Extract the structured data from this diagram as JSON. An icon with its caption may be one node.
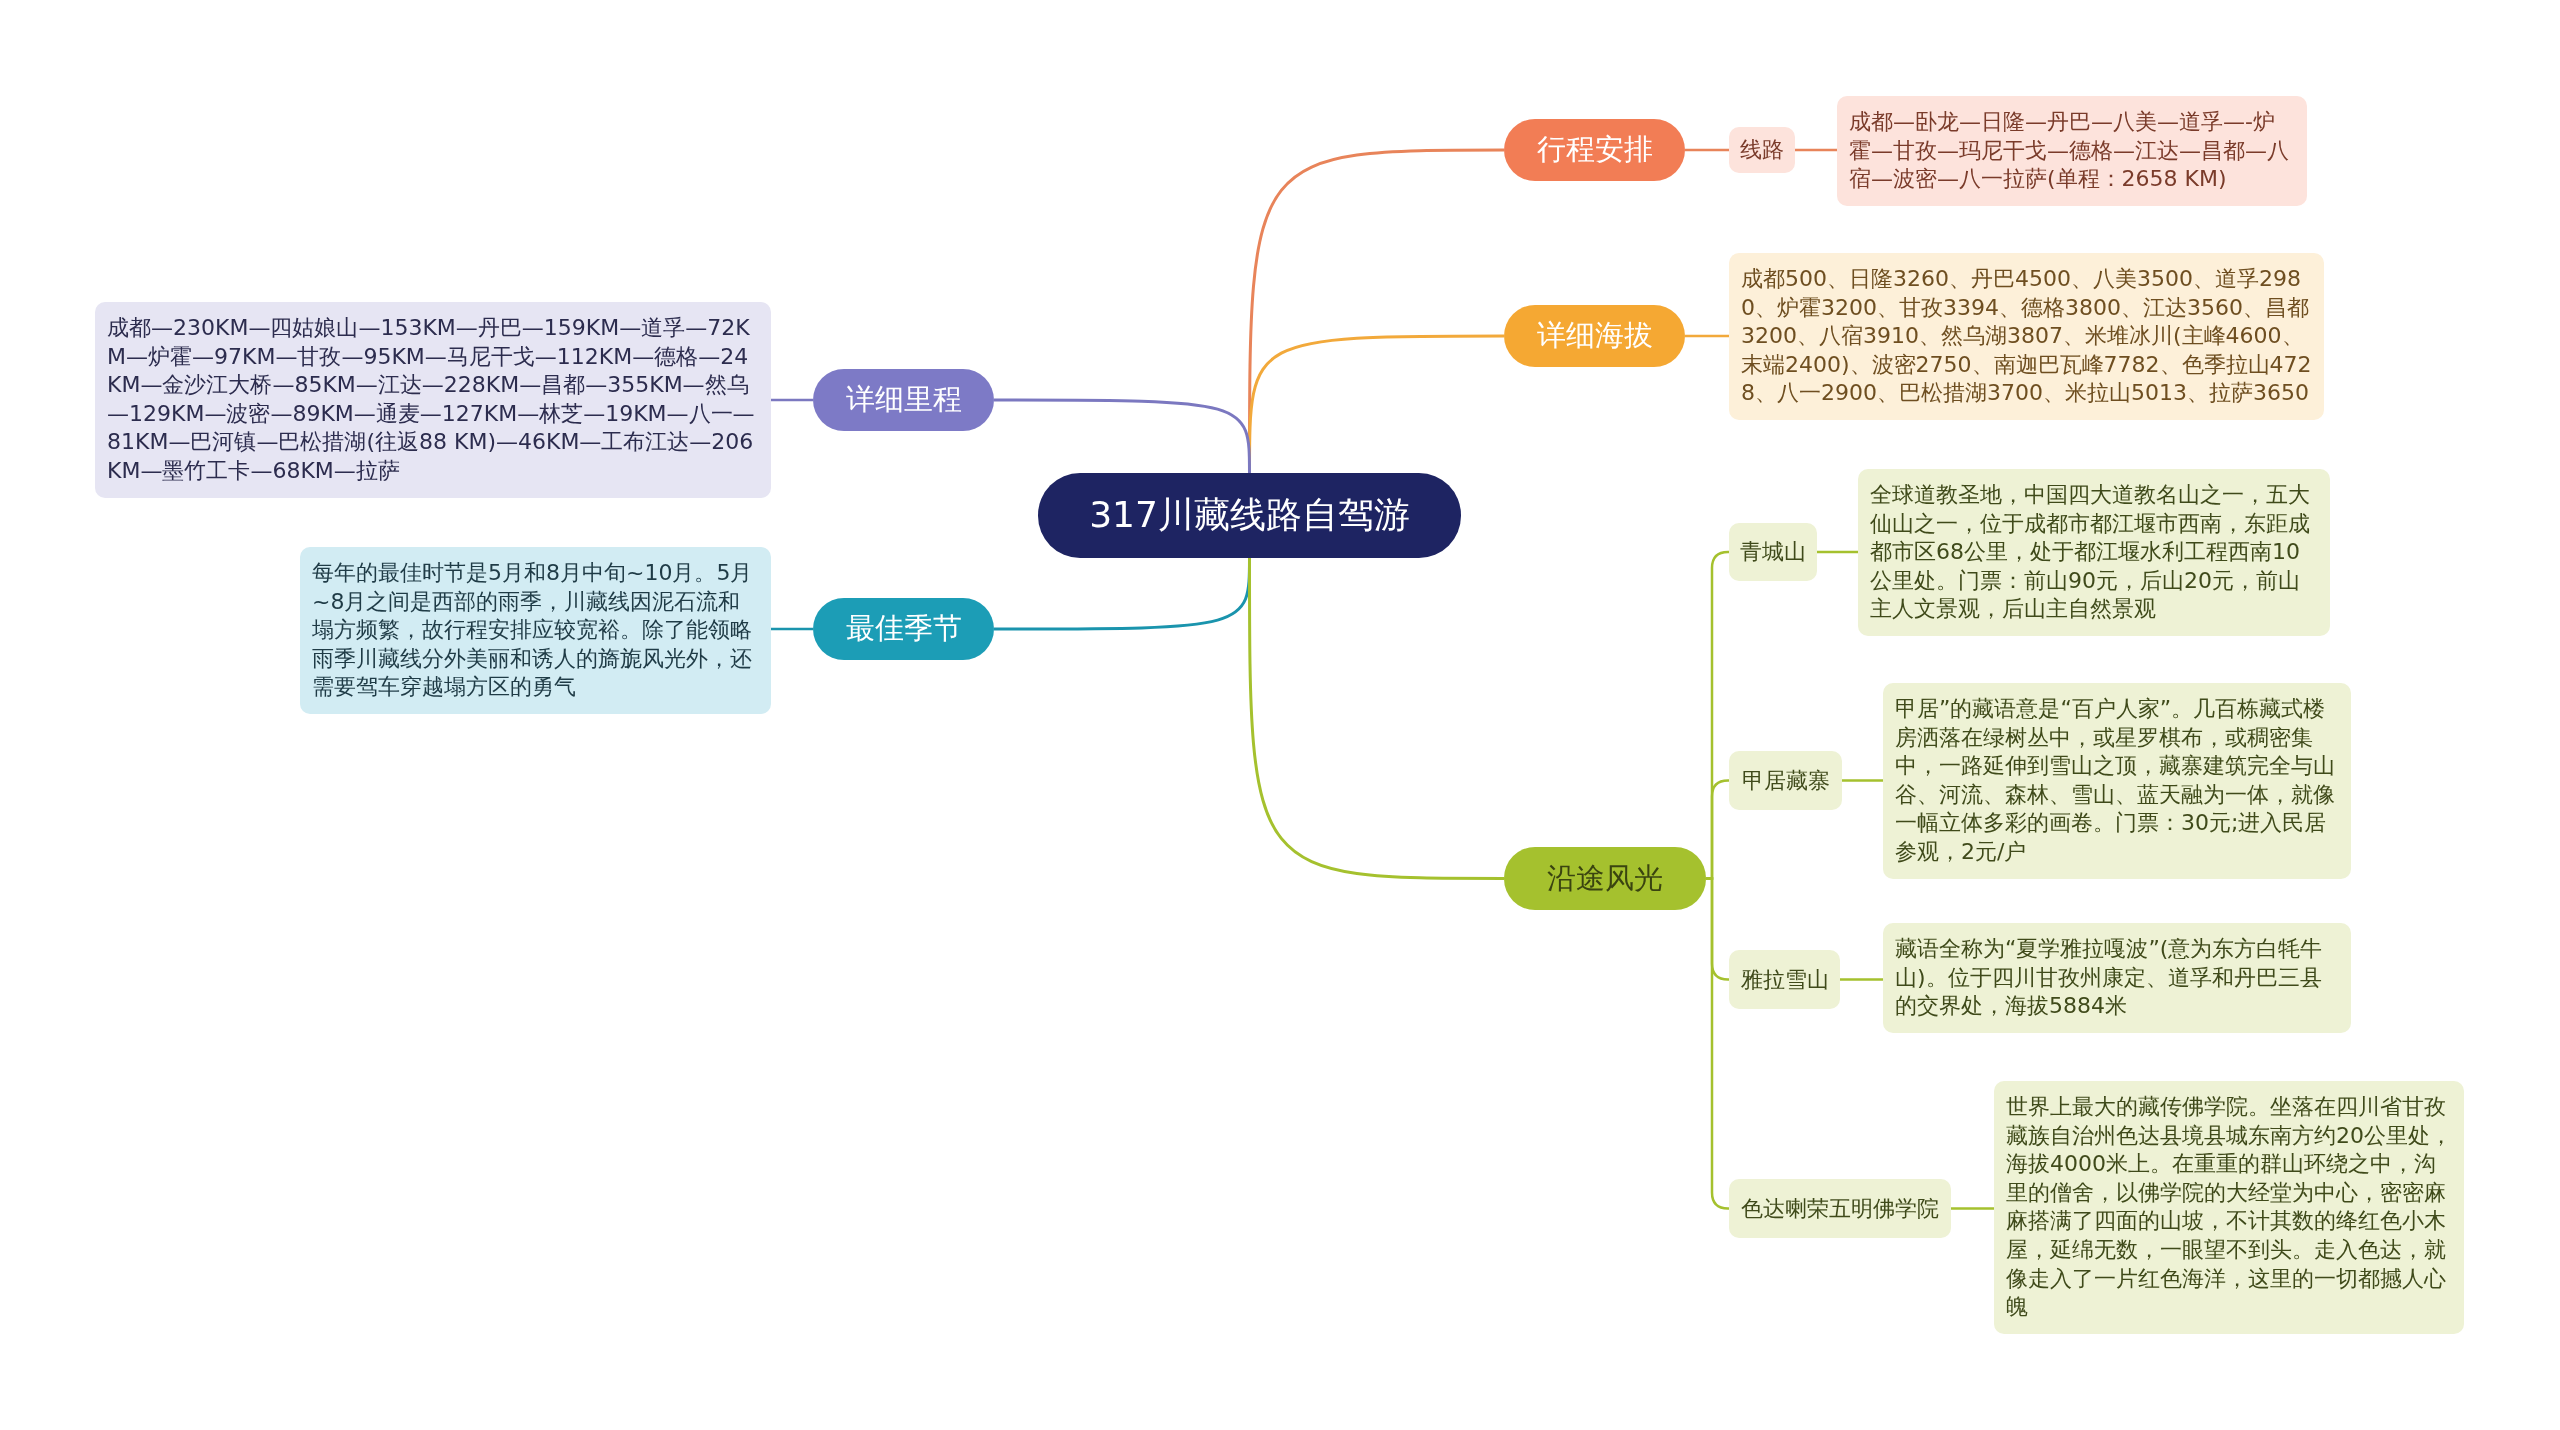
{
  "diagram": {
    "nodes": [
      {
        "text": [
          "317川藏线路自驾游"
        ]
      },
      {
        "text": [
          "行程安排"
        ]
      },
      {
        "text": [
          "线路"
        ]
      },
      {
        "text": [
          "成都—卧龙—日隆—丹巴—八美—道孚—-炉霍—甘孜—玛尼干戈—德格—江达—昌都—八宿—波密—八一拉萨(单程：2658 KM)"
        ]
      },
      {
        "text": [
          "详细海拔"
        ]
      },
      {
        "text": [
          "成都500、日隆3260、丹巴4500、八美3500、道孚2980、炉霍3200、甘孜3394、德格3800、江达3560、昌都3200、八宿3910、然乌湖3807、米堆冰川(主峰4600、末端2400)、波密2750、南迦巴瓦峰7782、色季拉山4728、八一2900、巴松措湖3700、米拉山5013、拉萨3650"
        ]
      },
      {
        "text": [
          "详细里程"
        ]
      },
      {
        "text": [
          "成都—230KM—四姑娘山—153KM—丹巴—159KM—道孚—72KM—炉霍—97KM—甘孜—95KM—马尼干戈—112KM—德格—24KM—金沙江大桥—85KM—江达—228KM—昌都—355KM—然乌—129KM—波密—89KM—通麦—127KM—林芝—19KM—八一—81KM—巴河镇—巴松措湖(往返88 KM)—46KM—工布江达—206 KM—墨竹工卡—68KM—拉萨"
        ]
      },
      {
        "text": [
          "最佳季节"
        ]
      },
      {
        "text": [
          "每年的最佳时节是5月和8月中旬~10月。5月~8月之间是西部的雨季，川藏线因泥石流和塌方频繁，故行程安排应较宽裕。除了能领略雨季川藏线分外美丽和诱人的旖旎风光外，还需要驾车穿越塌方区的勇气"
        ]
      },
      {
        "text": [
          "沿途风光"
        ]
      },
      {
        "text": [
          "青城山"
        ]
      },
      {
        "text": [
          "全球道教圣地，中国四大道教名山之一，五大仙山之一，位于成都市都江堰市西南，东距成都市区68公里，处于都江堰水利工程西南10公里处。门票：前山90元，后山20元，前山主人文景观，后山主自然景观"
        ]
      },
      {
        "text": [
          "甲居藏寨"
        ]
      },
      {
        "text": [
          "甲居”的藏语意是“百户人家”。几百栋藏式楼房洒落在绿树丛中，或星罗棋布，或稠密集中，一路延伸到雪山之顶，藏寨建筑完全与山谷、河流、森林、雪山、蓝天融为一体，就像一幅立体多彩的画卷。门票：30元;进入民居参观，2元/户"
        ]
      },
      {
        "text": [
          "雅拉雪山"
        ]
      },
      {
        "text": [
          "藏语全称为“夏学雅拉嘎波”(意为东方白牦牛山)。位于四川甘孜州康定、道孚和丹巴三县的交界处，海拔5884米"
        ]
      },
      {
        "text": [
          "色达喇荣五明佛学院"
        ]
      },
      {
        "text": [
          "世界上最大的藏传佛学院。坐落在四川省甘孜藏族自治州色达县境县城东南方约20公里处，海拔4000米上。在重重的群山环绕之中，沟里的僧舍，以佛学院的大经堂为中心，密密麻麻搭满了四面的山坡，不计其数的绛红色小木屋，延绵无数，一眼望不到头。走入色达，就像走入了一片红色海洋，这里的一切都撼人心魄"
        ]
      }
    ],
    "edges": [
      {
        "from": 0,
        "to": 1,
        "arrow": "none",
        "color": "#e8845a"
      },
      {
        "from": 1,
        "to": 2,
        "arrow": "none",
        "color": "#e8845a"
      },
      {
        "from": 2,
        "to": 3,
        "arrow": "none",
        "color": "#e8845a"
      },
      {
        "from": 0,
        "to": 4,
        "arrow": "none",
        "color": "#f2a93b"
      },
      {
        "from": 4,
        "to": 5,
        "arrow": "none",
        "color": "#f2a93b"
      },
      {
        "from": 0,
        "to": 6,
        "arrow": "none",
        "color": "#7b78c0"
      },
      {
        "from": 6,
        "to": 7,
        "arrow": "none",
        "color": "#7b78c0"
      },
      {
        "from": 0,
        "to": 8,
        "arrow": "none",
        "color": "#1a94ad"
      },
      {
        "from": 8,
        "to": 9,
        "arrow": "none",
        "color": "#1a94ad"
      },
      {
        "from": 0,
        "to": 10,
        "arrow": "none"
      },
      {
        "from": 10,
        "to": 11,
        "arrow": "none"
      },
      {
        "from": 11,
        "to": 12,
        "arrow": "none"
      },
      {
        "from": 10,
        "to": 13,
        "arrow": "none"
      },
      {
        "from": 13,
        "to": 14,
        "arrow": "none"
      },
      {
        "from": 10,
        "to": 15,
        "arrow": "none"
      },
      {
        "from": 15,
        "to": 16,
        "arrow": "none"
      },
      {
        "from": 10,
        "to": 17,
        "arrow": "none"
      },
      {
        "from": 17,
        "to": 18,
        "arrow": "none"
      }
    ]
  }
}
